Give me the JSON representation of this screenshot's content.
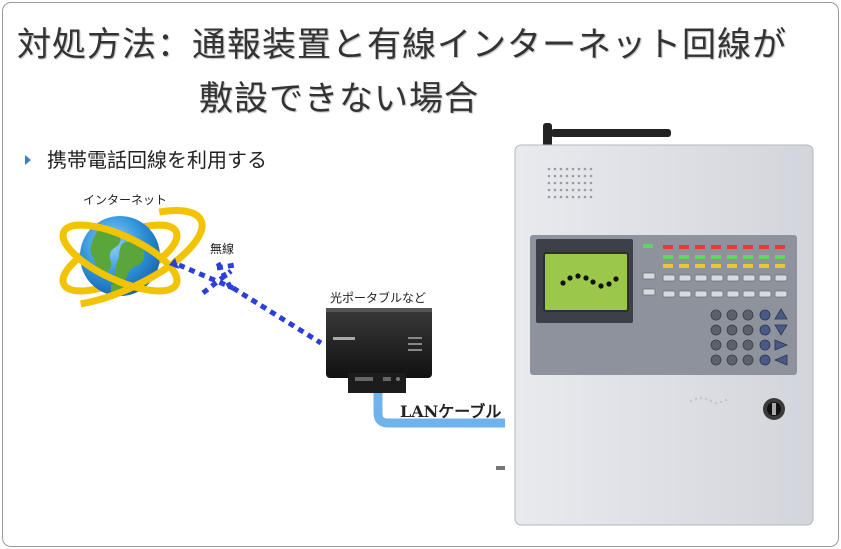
{
  "title": {
    "line1": "対処方法：通報装置と有線インターネット回線が",
    "line2": "敷設できない場合"
  },
  "bullet": "携帯電話回線を利用する",
  "labels": {
    "internet": "インターネット",
    "wireless": "無線",
    "router": "光ポータブルなど",
    "cable": "LANケーブル"
  },
  "colors": {
    "bullet": "#3a7fc1",
    "wireless_dashes": "#2a3fdc",
    "lan_cable": "#6fb3ea",
    "globe_ring": "#f2c400",
    "globe_ocean": "#2a8fd6",
    "globe_land": "#5aa63a"
  },
  "icons": [
    "globe-icon",
    "portable-router-icon",
    "alarm-device-icon",
    "antenna-icon",
    "key-icon"
  ]
}
